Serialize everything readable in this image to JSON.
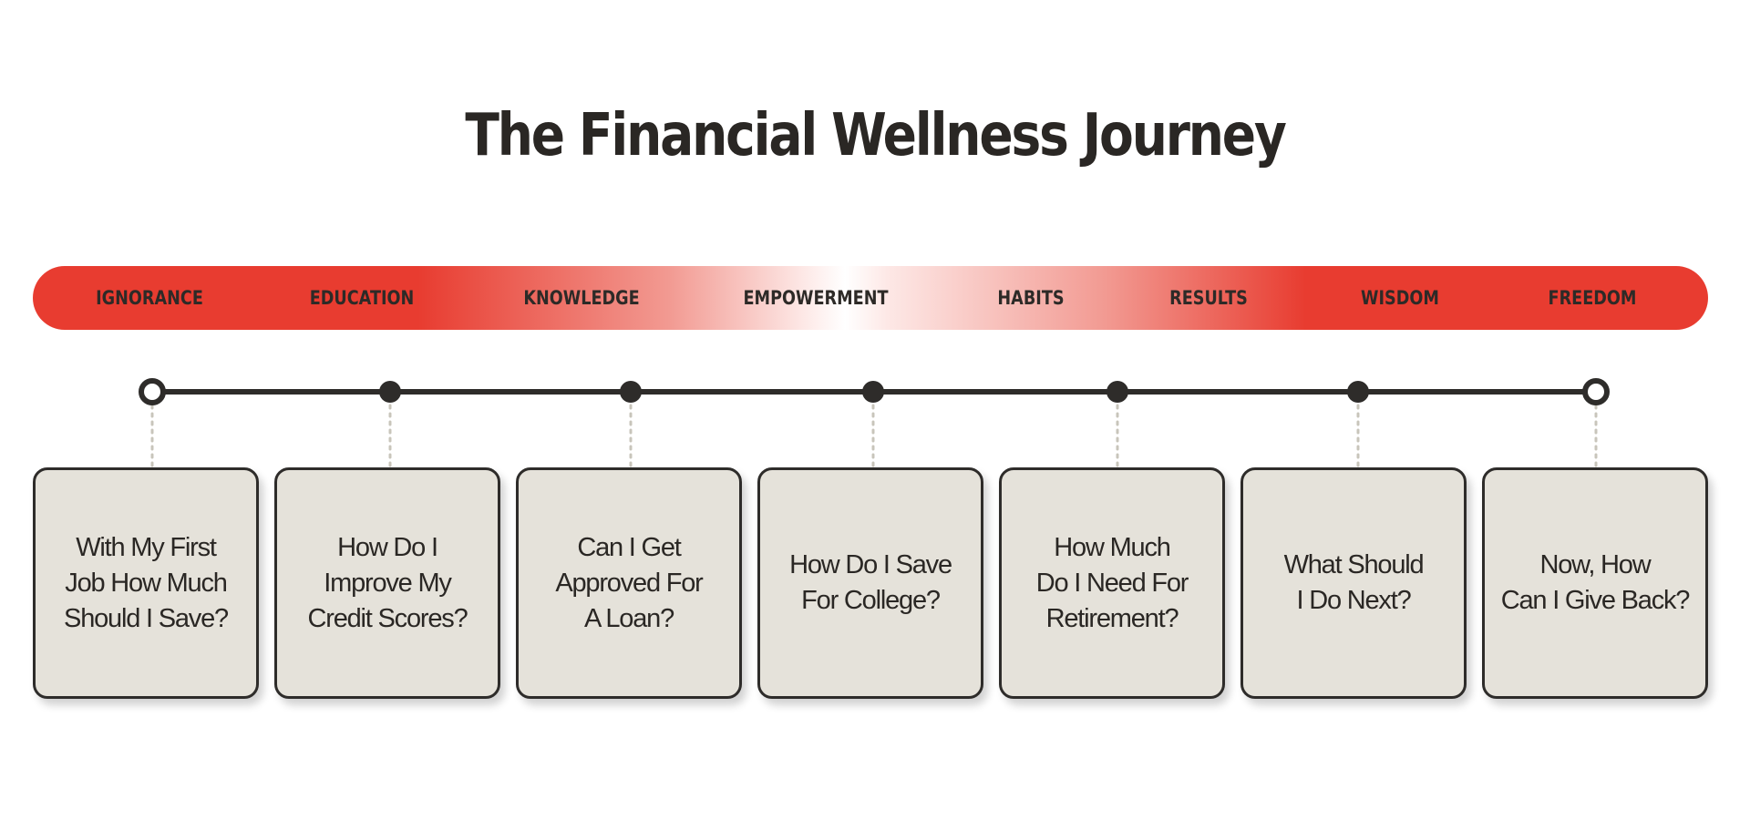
{
  "title": "The Financial Wellness Journey",
  "colors": {
    "band_red": "#e83c30",
    "text_dark": "#2a2724",
    "card_fill": "#e5e2da",
    "connector_dots": "#c8c5bb"
  },
  "stages": [
    "IGNORANCE",
    "EDUCATION",
    "KNOWLEDGE",
    "EMPOWERMENT",
    "HABITS",
    "RESULTS",
    "WISDOM",
    "FREEDOM"
  ],
  "cards": [
    "With My First\nJob How Much\nShould I Save?",
    "How Do I\nImprove My\nCredit Scores?",
    "Can I Get\nApproved For\nA Loan?",
    "How Do I Save\nFor College?",
    "How Much\nDo I Need For\nRetirement?",
    "What Should\nI Do Next?",
    "Now, How\nCan I Give Back?"
  ]
}
